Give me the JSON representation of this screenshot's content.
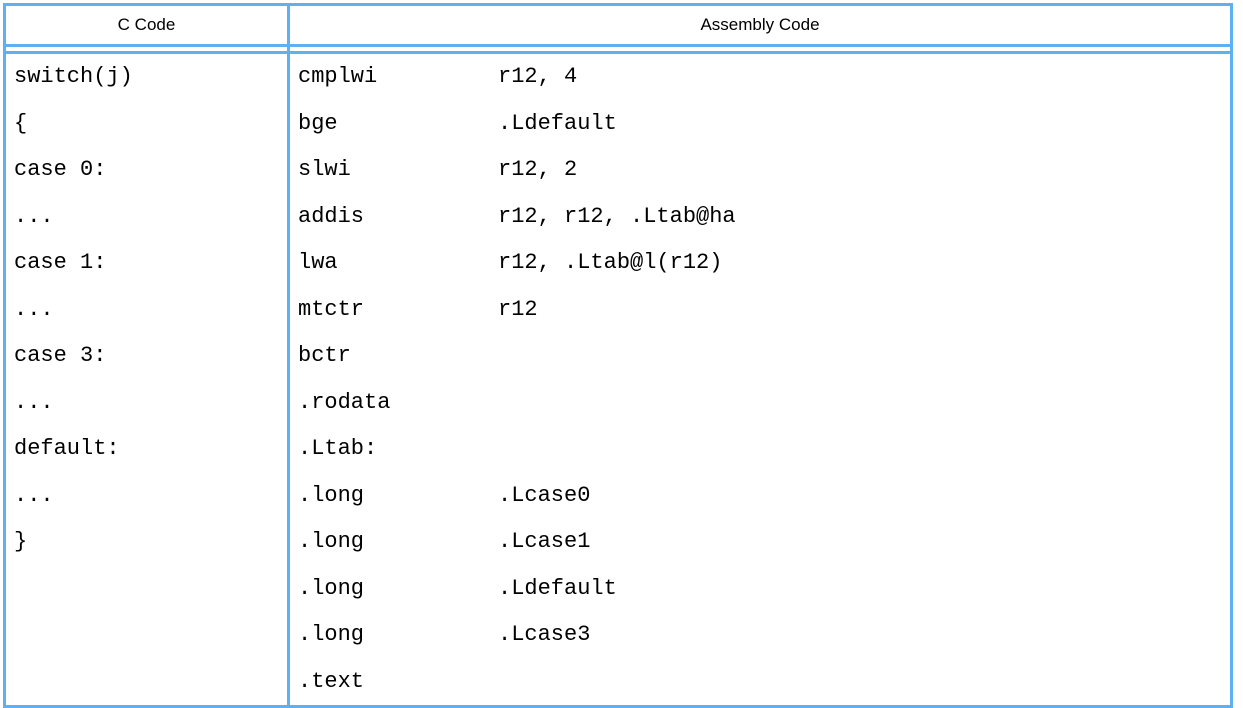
{
  "table": {
    "columns": [
      {
        "id": "c-code",
        "header": "C Code"
      },
      {
        "id": "assembly-code",
        "header": "Assembly Code"
      }
    ],
    "rule_color": "#5FB0F2",
    "text_color": "#000000",
    "rows": [
      {
        "c": "switch(j)",
        "mnemonic": "cmplwi",
        "operand": "r12, 4"
      },
      {
        "c": "{",
        "mnemonic": "bge",
        "operand": ".Ldefault"
      },
      {
        "c": "case 0:",
        "mnemonic": "slwi",
        "operand": "r12, 2"
      },
      {
        "c": "...",
        "mnemonic": "addis",
        "operand": "r12, r12, .Ltab@ha"
      },
      {
        "c": "case 1:",
        "mnemonic": "lwa",
        "operand": "r12, .Ltab@l(r12)"
      },
      {
        "c": "...",
        "mnemonic": "mtctr",
        "operand": "r12"
      },
      {
        "c": "case 3:",
        "mnemonic": "bctr",
        "operand": ""
      },
      {
        "c": "...",
        "mnemonic": ".rodata",
        "operand": ""
      },
      {
        "c": "default:",
        "mnemonic": ".Ltab:",
        "operand": ""
      },
      {
        "c": "...",
        "mnemonic": ".long",
        "operand": ".Lcase0"
      },
      {
        "c": "}",
        "mnemonic": ".long",
        "operand": ".Lcase1"
      },
      {
        "c": "",
        "mnemonic": ".long",
        "operand": ".Ldefault"
      },
      {
        "c": "",
        "mnemonic": ".long",
        "operand": ".Lcase3"
      },
      {
        "c": "",
        "mnemonic": ".text",
        "operand": ""
      }
    ]
  }
}
